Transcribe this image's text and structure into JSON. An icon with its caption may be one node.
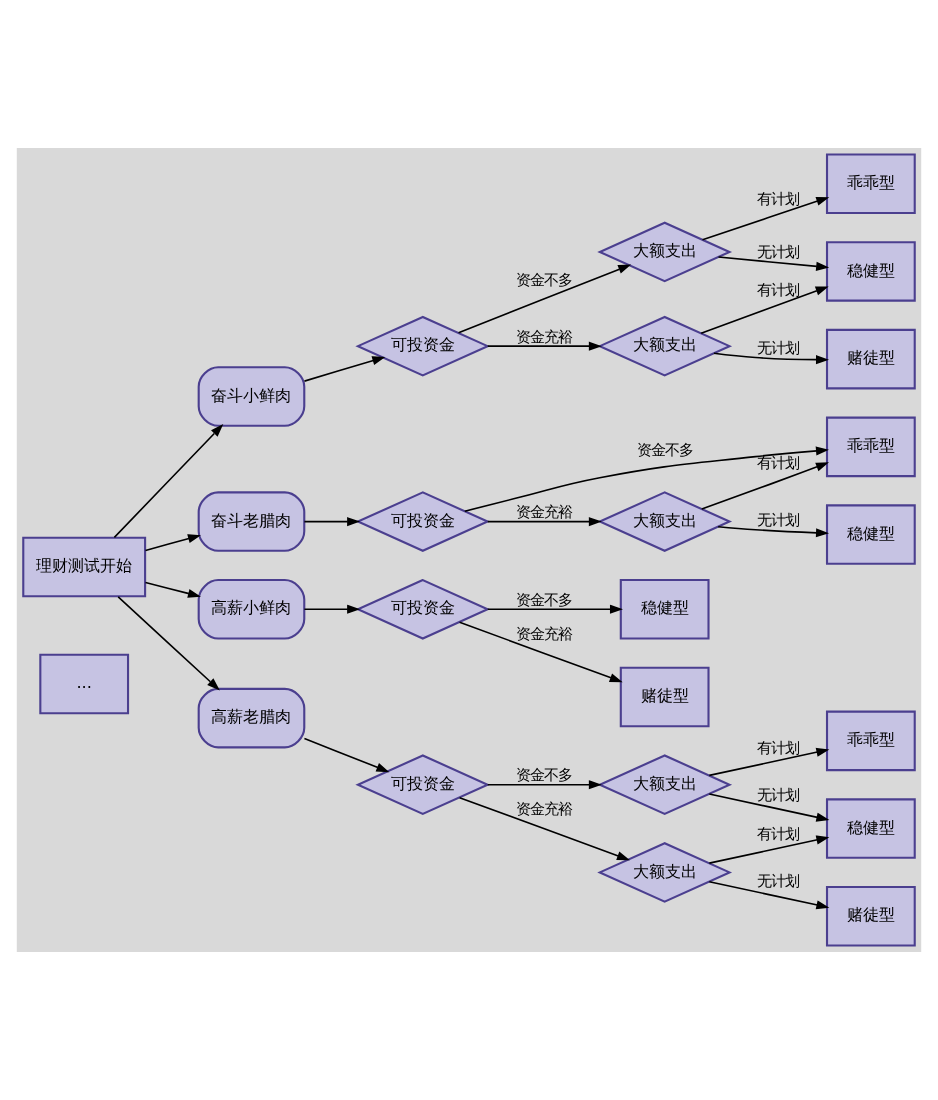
{
  "diagram": {
    "nodes": [
      {
        "text": [
          "理财测试开始"
        ]
      },
      {
        "text": [
          "..."
        ]
      },
      {
        "text": [
          "奋斗小鲜肉"
        ]
      },
      {
        "text": [
          "可投资金"
        ]
      },
      {
        "text": [
          "大额支出"
        ]
      },
      {
        "text": [
          "大额支出"
        ]
      },
      {
        "text": [
          "乖乖型"
        ]
      },
      {
        "text": [
          "稳健型"
        ]
      },
      {
        "text": [
          "赌徒型"
        ]
      },
      {
        "text": [
          "奋斗老腊肉"
        ]
      },
      {
        "text": [
          "可投资金"
        ]
      },
      {
        "text": [
          "乖乖型"
        ]
      },
      {
        "text": [
          "大额支出"
        ]
      },
      {
        "text": [
          "稳健型"
        ]
      },
      {
        "text": [
          "高薪小鲜肉"
        ]
      },
      {
        "text": [
          "可投资金"
        ]
      },
      {
        "text": [
          "稳健型"
        ]
      },
      {
        "text": [
          "赌徒型"
        ]
      },
      {
        "text": [
          "高薪老腊肉"
        ]
      },
      {
        "text": [
          "可投资金"
        ]
      },
      {
        "text": [
          "大额支出"
        ]
      },
      {
        "text": [
          "大额支出"
        ]
      },
      {
        "text": [
          "乖乖型"
        ]
      },
      {
        "text": [
          "稳健型"
        ]
      },
      {
        "text": [
          "赌徒型"
        ]
      }
    ],
    "edges": [
      {
        "from": 0,
        "to": 2,
        "arrow": "to"
      },
      {
        "from": 0,
        "to": 9,
        "arrow": "to"
      },
      {
        "from": 0,
        "to": 14,
        "arrow": "to"
      },
      {
        "from": 0,
        "to": 18,
        "arrow": "to"
      },
      {
        "from": 2,
        "to": 3,
        "arrow": "to"
      },
      {
        "from": 3,
        "to": 4,
        "arrow": "to",
        "label": "资金不多"
      },
      {
        "from": 3,
        "to": 5,
        "arrow": "to",
        "label": "资金充裕"
      },
      {
        "from": 4,
        "to": 6,
        "arrow": "to",
        "label": "有计划"
      },
      {
        "from": 4,
        "to": 7,
        "arrow": "to",
        "label": "无计划"
      },
      {
        "from": 5,
        "to": 7,
        "arrow": "to",
        "label": "有计划"
      },
      {
        "from": 5,
        "to": 8,
        "arrow": "to",
        "label": "无计划"
      },
      {
        "from": 9,
        "to": 10,
        "arrow": "to"
      },
      {
        "from": 10,
        "to": 11,
        "arrow": "to",
        "label": "资金不多"
      },
      {
        "from": 10,
        "to": 12,
        "arrow": "to",
        "label": "资金充裕"
      },
      {
        "from": 12,
        "to": 11,
        "arrow": "to",
        "label": "有计划"
      },
      {
        "from": 12,
        "to": 13,
        "arrow": "to",
        "label": "无计划"
      },
      {
        "from": 14,
        "to": 15,
        "arrow": "to"
      },
      {
        "from": 15,
        "to": 16,
        "arrow": "to",
        "label": "资金不多"
      },
      {
        "from": 15,
        "to": 17,
        "arrow": "to",
        "label": "资金充裕"
      },
      {
        "from": 18,
        "to": 19,
        "arrow": "to"
      },
      {
        "from": 19,
        "to": 20,
        "arrow": "to",
        "label": "资金不多"
      },
      {
        "from": 19,
        "to": 21,
        "arrow": "to",
        "label": "资金充裕"
      },
      {
        "from": 20,
        "to": 22,
        "arrow": "to",
        "label": "有计划"
      },
      {
        "from": 20,
        "to": 23,
        "arrow": "to",
        "label": "无计划"
      },
      {
        "from": 21,
        "to": 23,
        "arrow": "to",
        "label": "有计划"
      },
      {
        "from": 21,
        "to": 24,
        "arrow": "to",
        "label": "无计划"
      }
    ]
  }
}
